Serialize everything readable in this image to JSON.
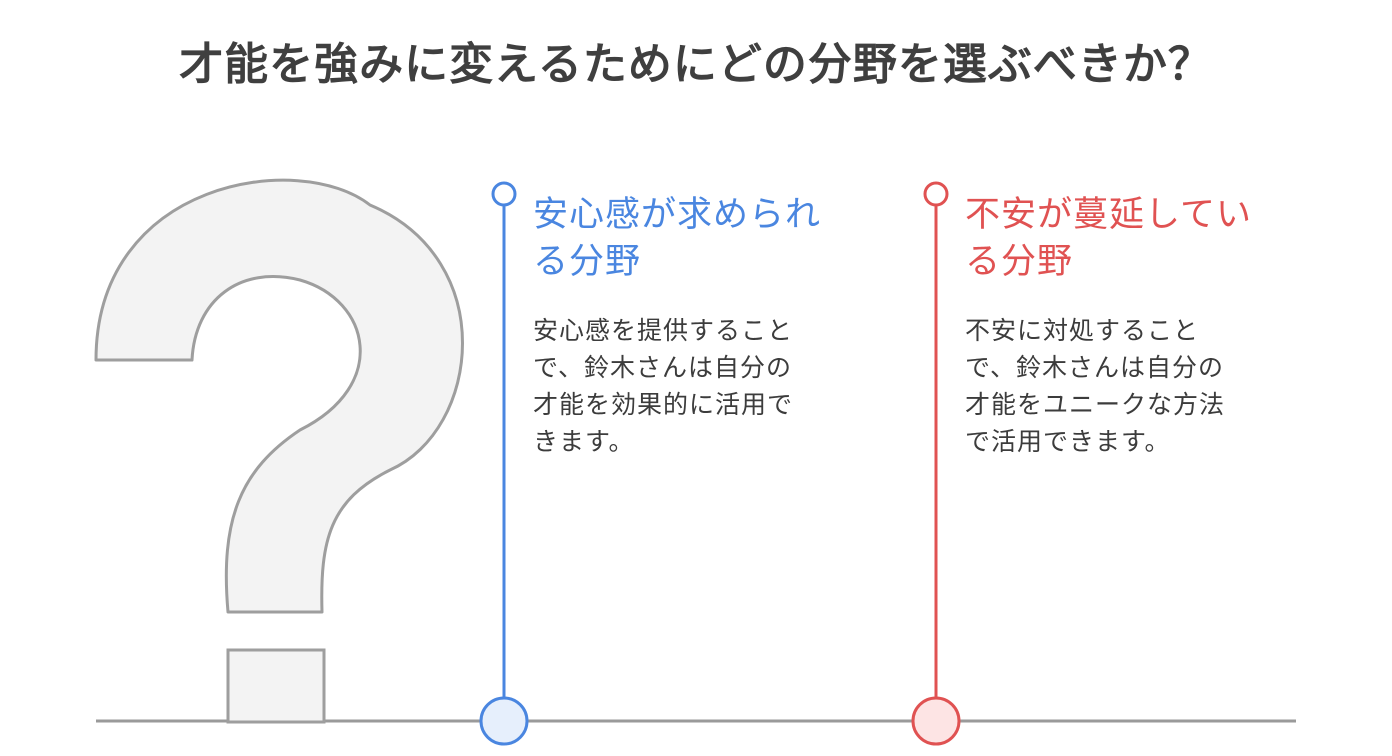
{
  "title": "才能を強みに変えるためにどの分野を選ぶべきか？",
  "options": [
    {
      "heading": "安心感が求められ\nる分野",
      "body": "安心感を提供すること\nで、鈴木さんは自分の\n才能を効果的に活用で\nきます。",
      "color": "#4a86e0",
      "marker_fill": "#e6effc"
    },
    {
      "heading": "不安が蔓延してい\nる分野",
      "body": "不安に対処すること\nで、鈴木さんは自分の\n才能をユニークな方法\nで活用できます。",
      "color": "#e05252",
      "marker_fill": "#fde4e4"
    }
  ],
  "icon": "question-mark-icon"
}
